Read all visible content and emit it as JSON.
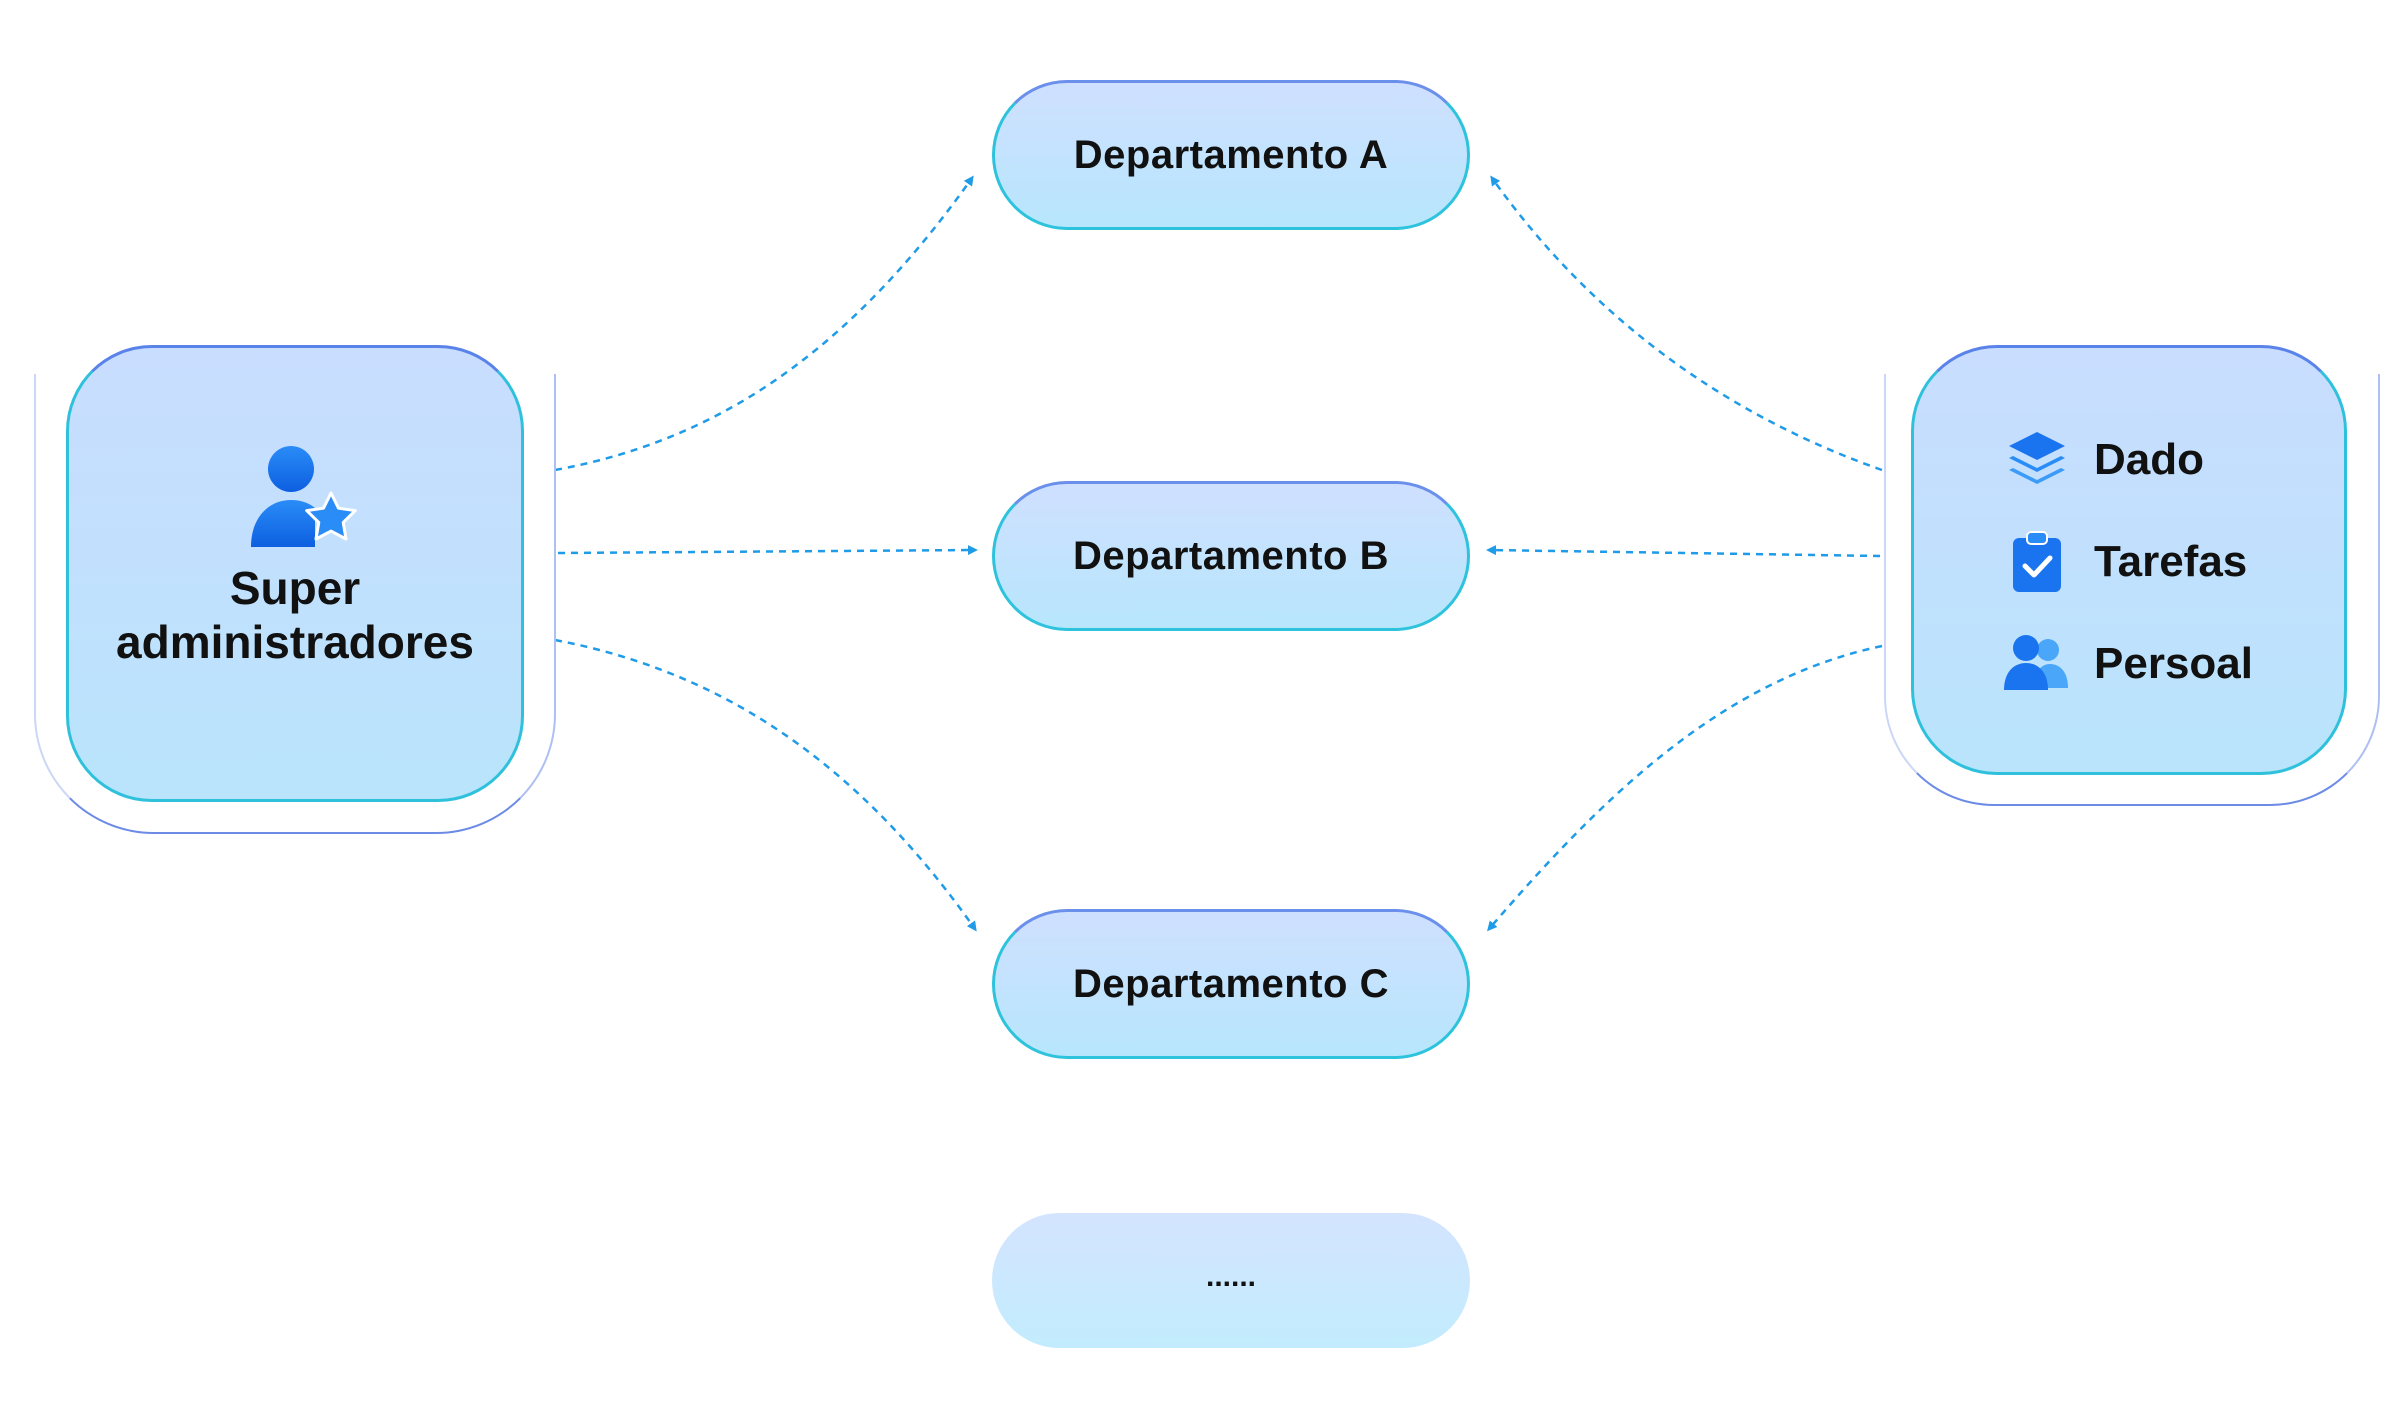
{
  "admin": {
    "label_line1": "Super",
    "label_line2": "administradores",
    "icon": "admin-user-star-icon"
  },
  "departments": [
    {
      "label": "Departamento A"
    },
    {
      "label": "Departamento B"
    },
    {
      "label": "Departamento C"
    },
    {
      "label": "......"
    }
  ],
  "resources": [
    {
      "label": "Dado",
      "icon": "layers-icon"
    },
    {
      "label": "Tarefas",
      "icon": "clipboard-check-icon"
    },
    {
      "label": "Persoal",
      "icon": "users-icon"
    }
  ],
  "colors": {
    "accent_blue": "#1a74f0",
    "arrow": "#1f9be8",
    "card_border": "#2fc1dc"
  }
}
